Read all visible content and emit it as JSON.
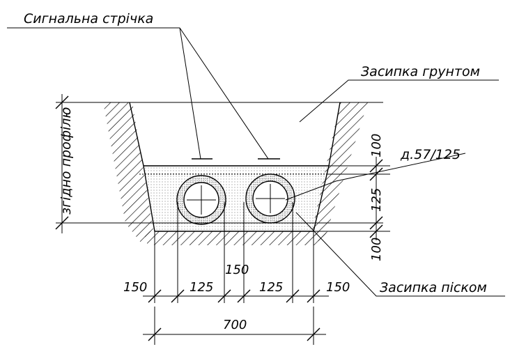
{
  "labels": {
    "signal_tape": "Сигнальна стрічка",
    "soil_backfill": "Засипка грунтом",
    "sand_backfill": "Засипка піском",
    "pipe_diameter": "д.57/125",
    "depth_note": "згідно профілю"
  },
  "dimensions": {
    "top_layer": "100",
    "pipe_zone": "125",
    "bottom_layer": "100",
    "left_margin": "150",
    "pipe_left": "125",
    "pipe_gap": "150",
    "pipe_right": "125",
    "right_margin": "150",
    "total_width": "700"
  },
  "colors": {
    "line": "#000000",
    "background": "#ffffff",
    "sand_dots": "#555555"
  }
}
